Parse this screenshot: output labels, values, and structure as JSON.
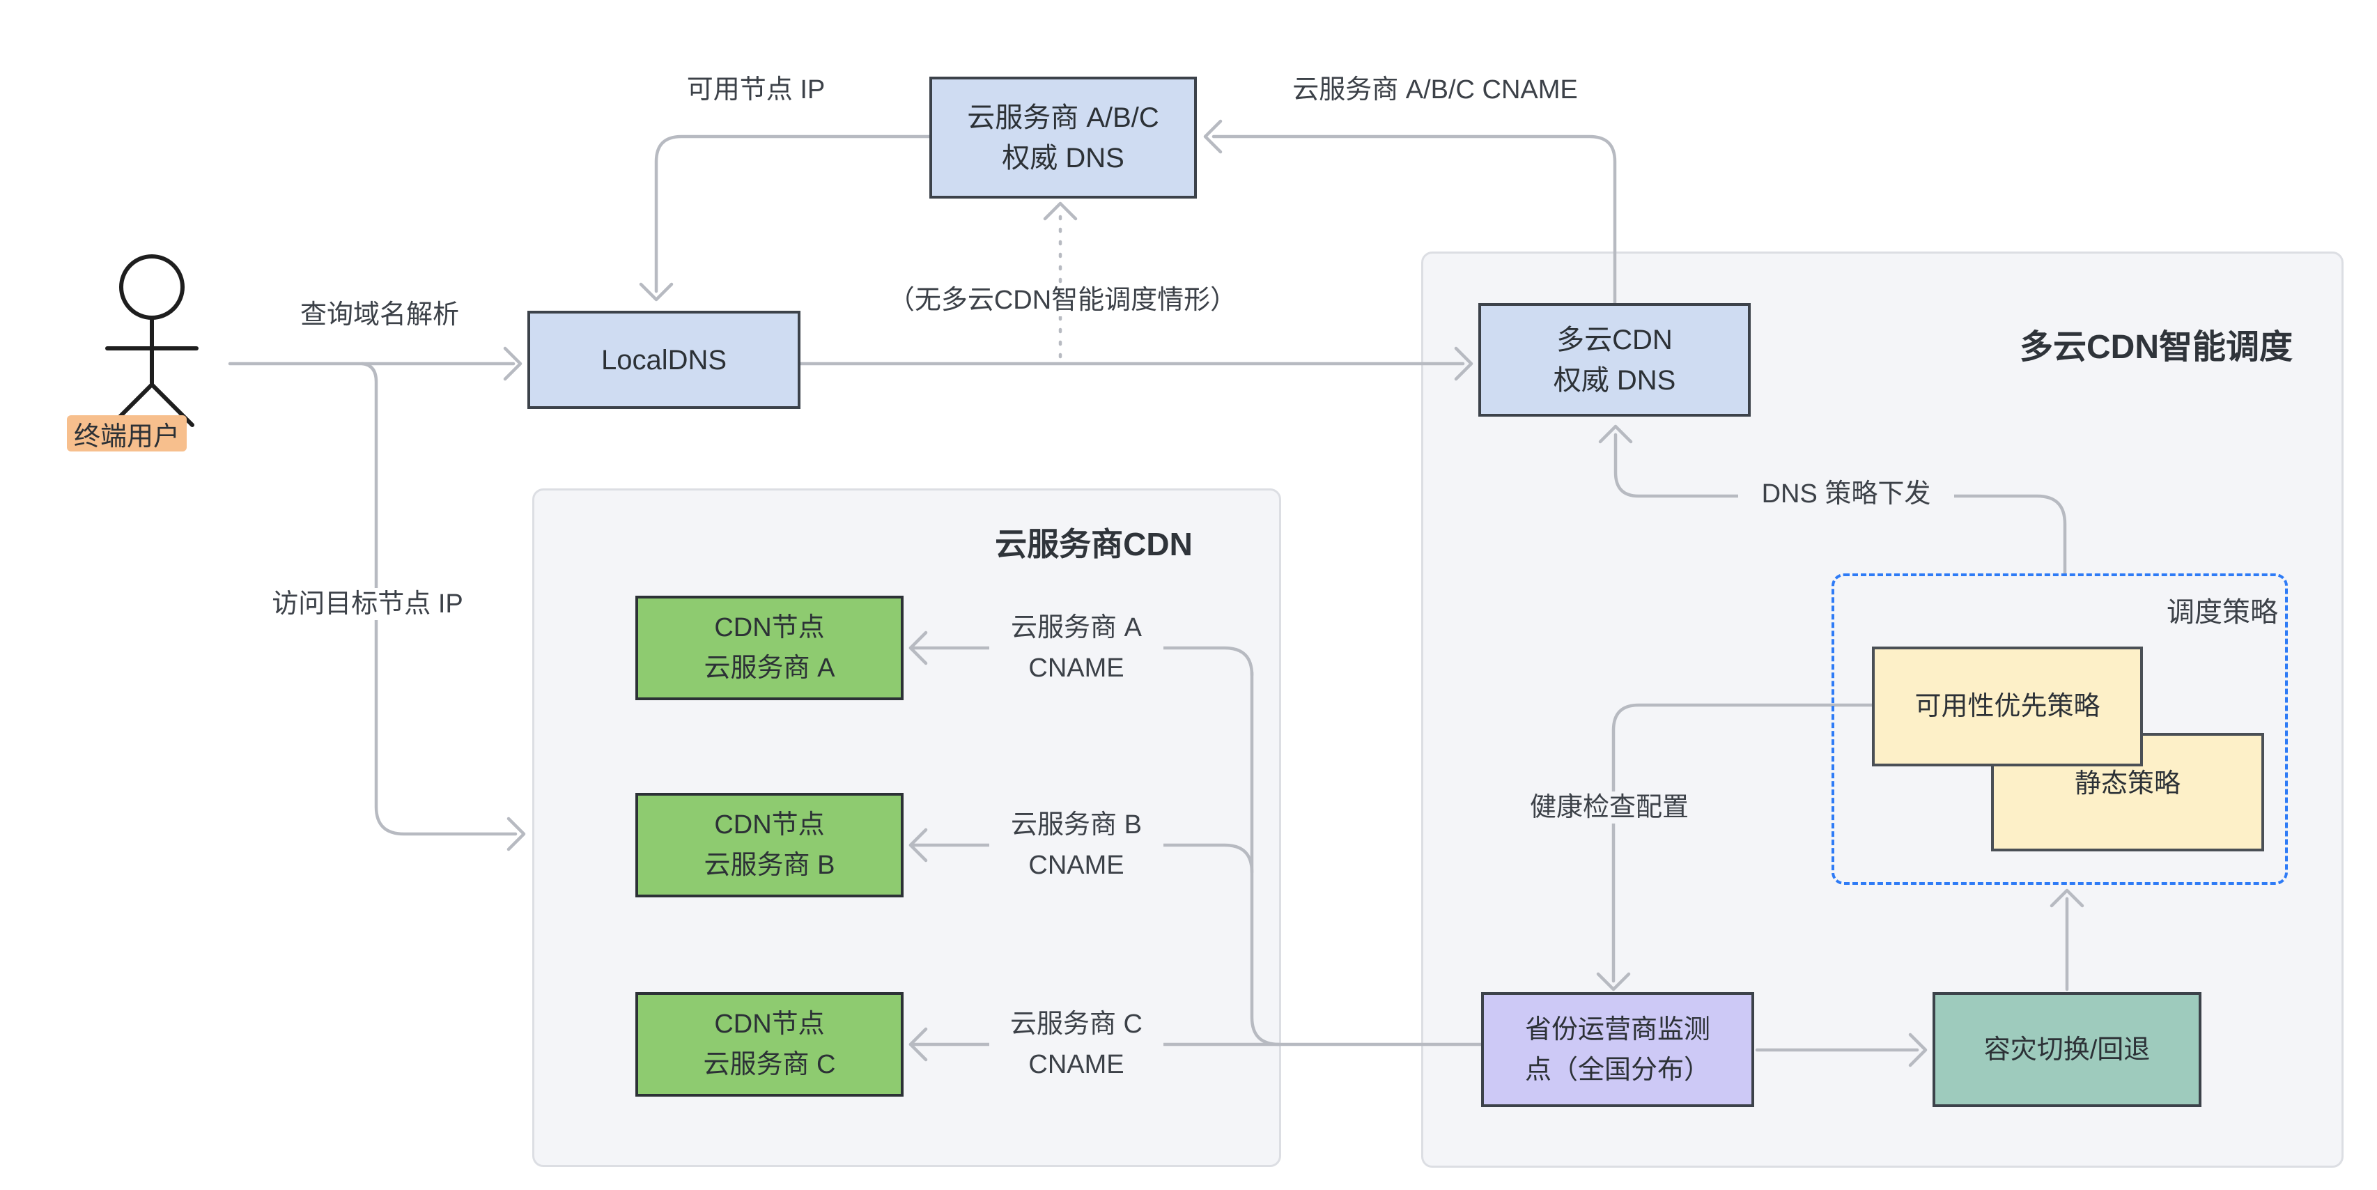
{
  "diagram": {
    "actor": {
      "label": "终端用户"
    },
    "nodes": {
      "cloud_auth_dns": {
        "line1": "云服务商 A/B/C",
        "line2": "权威 DNS"
      },
      "local_dns": {
        "label": "LocalDNS"
      },
      "multicloud_dns": {
        "line1": "多云CDN",
        "line2": "权威 DNS"
      },
      "cdn_node_a": {
        "line1": "CDN节点",
        "line2": "云服务商 A"
      },
      "cdn_node_b": {
        "line1": "CDN节点",
        "line2": "云服务商 B"
      },
      "cdn_node_c": {
        "line1": "CDN节点",
        "line2": "云服务商 C"
      },
      "monitor": {
        "line1": "省份运营商监测",
        "line2": "点（全国分布）"
      },
      "failover": {
        "label": "容灾切换/回退"
      },
      "availability_policy": {
        "label": "可用性优先策略"
      },
      "static_policy": {
        "label": "静态策略"
      }
    },
    "panels": {
      "cloud_cdn": {
        "title": "云服务商CDN"
      },
      "smart_scheduling": {
        "title": "多云CDN智能调度"
      },
      "policy_group": {
        "title": "调度策略"
      }
    },
    "edge_labels": {
      "available_node_ip": "可用节点 IP",
      "abc_cname": "云服务商 A/B/C CNAME",
      "query_dns": "查询域名解析",
      "no_smart_case": "（无多云CDN智能调度情形）",
      "visit_target_ip": "访问目标节点 IP",
      "cname_a_line1": "云服务商 A",
      "cname_a_line2": "CNAME",
      "cname_b_line1": "云服务商 B",
      "cname_b_line2": "CNAME",
      "cname_c_line1": "云服务商 C",
      "cname_c_line2": "CNAME",
      "dns_policy": "DNS 策略下发",
      "health_check": "健康检查配置"
    },
    "colors": {
      "node_blue": "#cfdcf2",
      "node_green": "#8ecb70",
      "node_purple": "#cdc9f6",
      "node_teal": "#9ecbbd",
      "node_yellow": "#fdf0c8",
      "panel_bg": "#f4f5f8",
      "dashed_border": "#2e7bf6",
      "connector_gray": "#b7bac1",
      "actor_highlight": "#f7bf8d",
      "border_dark": "#3c424a"
    }
  }
}
